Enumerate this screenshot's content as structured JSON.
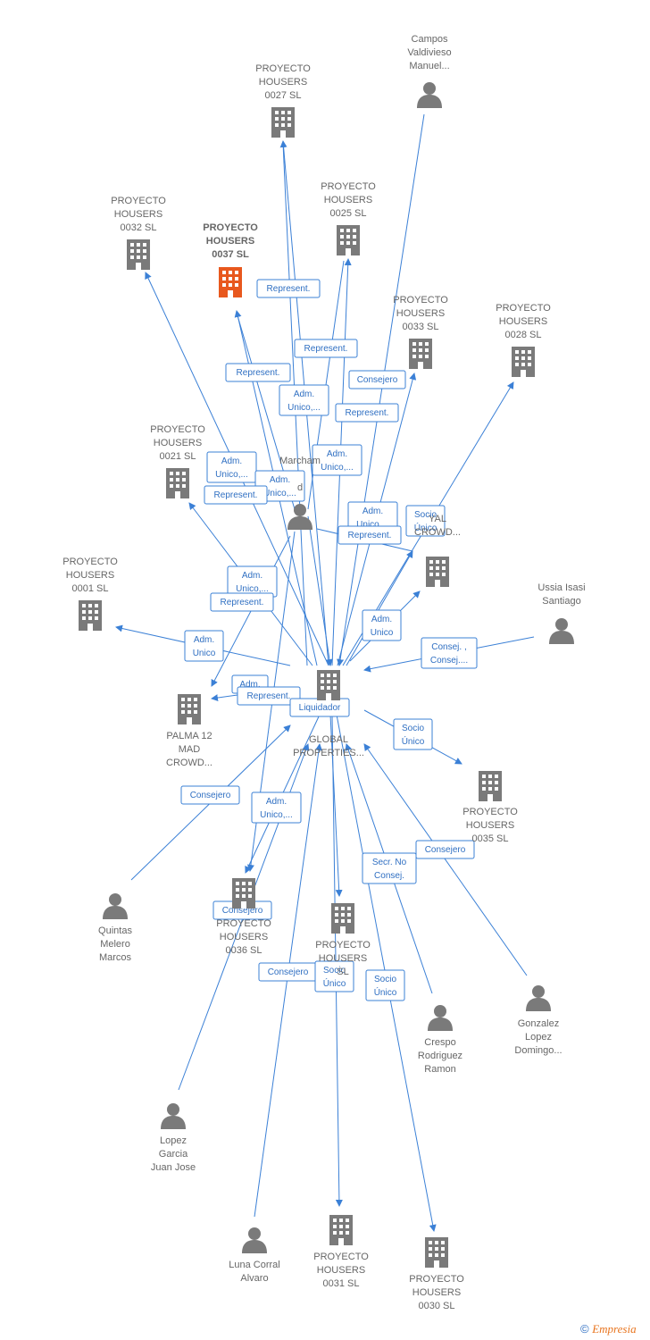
{
  "colors": {
    "edge": "#3b80d6",
    "company": "#7a7a7a",
    "highlight": "#e8581e",
    "person": "#7a7a7a"
  },
  "nodes": [
    {
      "id": "center",
      "kind": "company",
      "lines": [
        "",
        "GLOBAL",
        "PROPERTIES..."
      ]
    },
    {
      "id": "p0027",
      "kind": "company",
      "lines": [
        "PROYECTO",
        "HOUSERS",
        "0027  SL"
      ]
    },
    {
      "id": "campos",
      "kind": "person",
      "lines": [
        "Campos",
        "Valdivieso",
        "Manuel..."
      ]
    },
    {
      "id": "p0032",
      "kind": "company",
      "lines": [
        "PROYECTO",
        "HOUSERS",
        "0032  SL"
      ]
    },
    {
      "id": "p0037",
      "kind": "company",
      "highlight": true,
      "lines": [
        "PROYECTO",
        "HOUSERS",
        "0037  SL"
      ]
    },
    {
      "id": "p0025",
      "kind": "company",
      "lines": [
        "PROYECTO",
        "HOUSERS",
        "0025  SL"
      ]
    },
    {
      "id": "p0033",
      "kind": "company",
      "lines": [
        "PROYECTO",
        "HOUSERS",
        "0033  SL"
      ]
    },
    {
      "id": "p0028",
      "kind": "company",
      "lines": [
        "PROYECTO",
        "HOUSERS",
        "0028  SL"
      ]
    },
    {
      "id": "p0021",
      "kind": "company",
      "lines": [
        "PROYECTO",
        "HOUSERS",
        "0021  SL"
      ]
    },
    {
      "id": "marcham",
      "kind": "person",
      "lines": [
        "Marcham",
        "",
        "d"
      ]
    },
    {
      "id": "crowd",
      "kind": "company",
      "lines": [
        "YAL",
        "CROWD..."
      ]
    },
    {
      "id": "p0001",
      "kind": "company",
      "lines": [
        "PROYECTO",
        "HOUSERS",
        "0001  SL"
      ]
    },
    {
      "id": "ussia",
      "kind": "person",
      "lines": [
        "Ussia Isasi",
        "Santiago"
      ]
    },
    {
      "id": "palma",
      "kind": "company",
      "lines": [
        "PALMA 12",
        "MAD",
        "CROWD..."
      ]
    },
    {
      "id": "p0035",
      "kind": "company",
      "lines": [
        "PROYECTO",
        "HOUSERS",
        "0035  SL"
      ]
    },
    {
      "id": "p0036",
      "kind": "company",
      "lines": [
        "PROYECTO",
        "HOUSERS",
        "0036  SL"
      ]
    },
    {
      "id": "pmid",
      "kind": "company",
      "lines": [
        "PROYECTO",
        "HOUSERS",
        "SL"
      ]
    },
    {
      "id": "quintas",
      "kind": "person",
      "lines": [
        "Quintas",
        "Melero",
        "Marcos"
      ]
    },
    {
      "id": "crespo",
      "kind": "person",
      "lines": [
        "Crespo",
        "Rodriguez",
        "Ramon"
      ]
    },
    {
      "id": "gonzalez",
      "kind": "person",
      "lines": [
        "Gonzalez",
        "Lopez",
        "Domingo..."
      ]
    },
    {
      "id": "lopez",
      "kind": "person",
      "lines": [
        "Lopez",
        "Garcia",
        "Juan Jose"
      ]
    },
    {
      "id": "luna",
      "kind": "person",
      "lines": [
        "Luna Corral",
        "Alvaro"
      ]
    },
    {
      "id": "p0031",
      "kind": "company",
      "lines": [
        "PROYECTO",
        "HOUSERS",
        "0031  SL"
      ]
    },
    {
      "id": "p0030",
      "kind": "company",
      "lines": [
        "PROYECTO",
        "HOUSERS",
        "0030  SL"
      ]
    }
  ],
  "edge_labels": [
    {
      "id": "e1",
      "lines": [
        "Represent."
      ]
    },
    {
      "id": "e2",
      "lines": [
        "Represent."
      ]
    },
    {
      "id": "e3",
      "lines": [
        "Represent."
      ]
    },
    {
      "id": "e4",
      "lines": [
        "Consejero"
      ]
    },
    {
      "id": "e5",
      "lines": [
        "Adm.",
        "Unico,..."
      ]
    },
    {
      "id": "e6",
      "lines": [
        "Represent."
      ]
    },
    {
      "id": "e7",
      "lines": [
        "Adm.",
        "Unico,..."
      ]
    },
    {
      "id": "e8",
      "lines": [
        "Adm.",
        "Unico,..."
      ]
    },
    {
      "id": "e9",
      "lines": [
        "Adm.",
        "Unico,..."
      ]
    },
    {
      "id": "e10",
      "lines": [
        "Represent."
      ]
    },
    {
      "id": "e11",
      "lines": [
        "Adm.",
        "Unico,..."
      ]
    },
    {
      "id": "e12",
      "lines": [
        "Socio",
        "Único"
      ]
    },
    {
      "id": "e13",
      "lines": [
        "Represent."
      ]
    },
    {
      "id": "e14",
      "lines": [
        "Adm.",
        "Unico,..."
      ]
    },
    {
      "id": "e15",
      "lines": [
        "Represent."
      ]
    },
    {
      "id": "e16",
      "lines": [
        "Adm.",
        "Unico"
      ]
    },
    {
      "id": "e17",
      "lines": [
        "Adm.",
        "Unico"
      ]
    },
    {
      "id": "e18",
      "lines": [
        "Consej. ,",
        "Consej...."
      ]
    },
    {
      "id": "e19",
      "lines": [
        "Adm."
      ]
    },
    {
      "id": "e20",
      "lines": [
        "Represent."
      ]
    },
    {
      "id": "e21",
      "lines": [
        "Liquidador"
      ]
    },
    {
      "id": "e22",
      "lines": [
        "Socio",
        "Único"
      ]
    },
    {
      "id": "e23",
      "lines": [
        "Consejero"
      ]
    },
    {
      "id": "e24",
      "lines": [
        "Adm.",
        "Unico,..."
      ]
    },
    {
      "id": "e25",
      "lines": [
        "Consejero"
      ]
    },
    {
      "id": "e26",
      "lines": [
        "Secr.  No",
        "Consej."
      ]
    },
    {
      "id": "e27",
      "lines": [
        "Consejero"
      ]
    },
    {
      "id": "e28",
      "lines": [
        "Consejero"
      ]
    },
    {
      "id": "e29",
      "lines": [
        "Socio",
        "Único"
      ]
    },
    {
      "id": "e30",
      "lines": [
        "Socio",
        "Único"
      ]
    }
  ],
  "footer": {
    "symbol": "©",
    "brand": "Empresia"
  }
}
